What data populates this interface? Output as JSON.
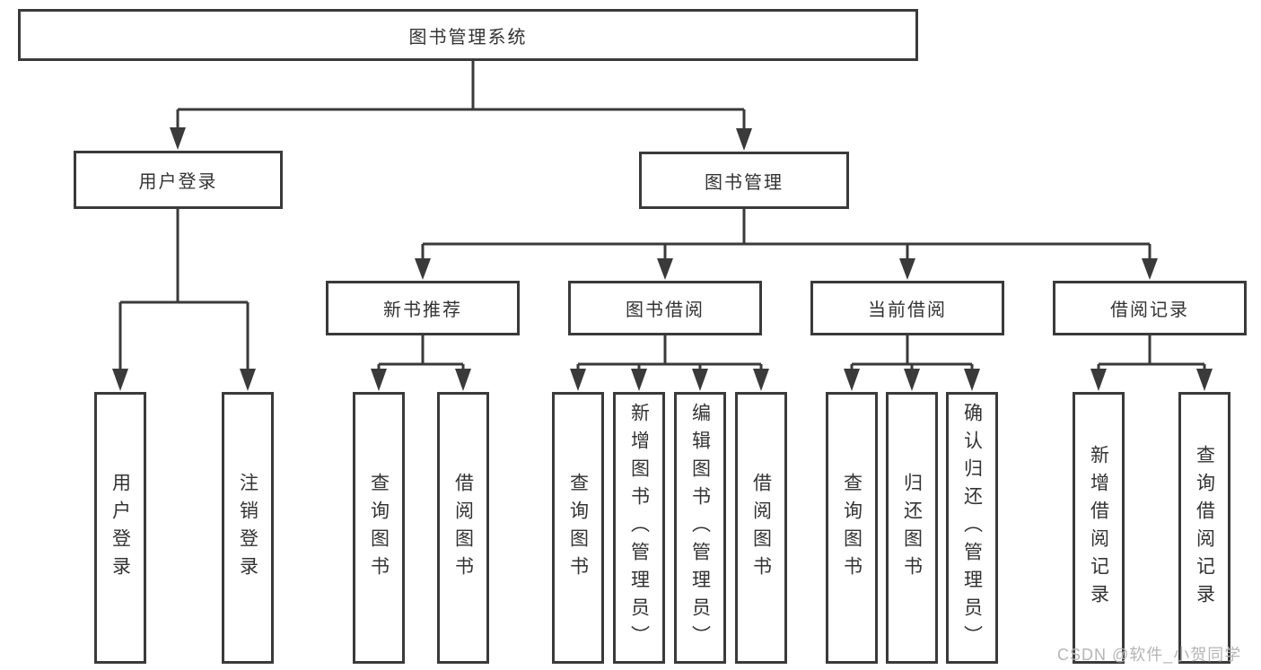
{
  "tree": {
    "root": {
      "label": "图书管理系统",
      "children": [
        {
          "label": "用户登录",
          "children": [
            {
              "label": "用户登录"
            },
            {
              "label": "注销登录"
            }
          ]
        },
        {
          "label": "图书管理",
          "children": [
            {
              "label": "新书推荐",
              "children": [
                {
                  "label": "查询图书"
                },
                {
                  "label": "借阅图书"
                }
              ]
            },
            {
              "label": "图书借阅",
              "children": [
                {
                  "label": "查询图书"
                },
                {
                  "label": "新增图书（管理员）"
                },
                {
                  "label": "编辑图书（管理员）"
                },
                {
                  "label": "借阅图书"
                }
              ]
            },
            {
              "label": "当前借阅",
              "children": [
                {
                  "label": "查询图书"
                },
                {
                  "label": "归还图书"
                },
                {
                  "label": "确认归还（管理员）"
                }
              ]
            },
            {
              "label": "借阅记录",
              "children": [
                {
                  "label": "新增借阅记录"
                },
                {
                  "label": "查询借阅记录"
                }
              ]
            }
          ]
        }
      ]
    }
  },
  "watermark": {
    "text": "CSDN @软件_小贺同学"
  },
  "colors": {
    "line": "#3a3a3a",
    "text": "#333333",
    "background": "#ffffff",
    "watermark": "#b5b5b5"
  }
}
